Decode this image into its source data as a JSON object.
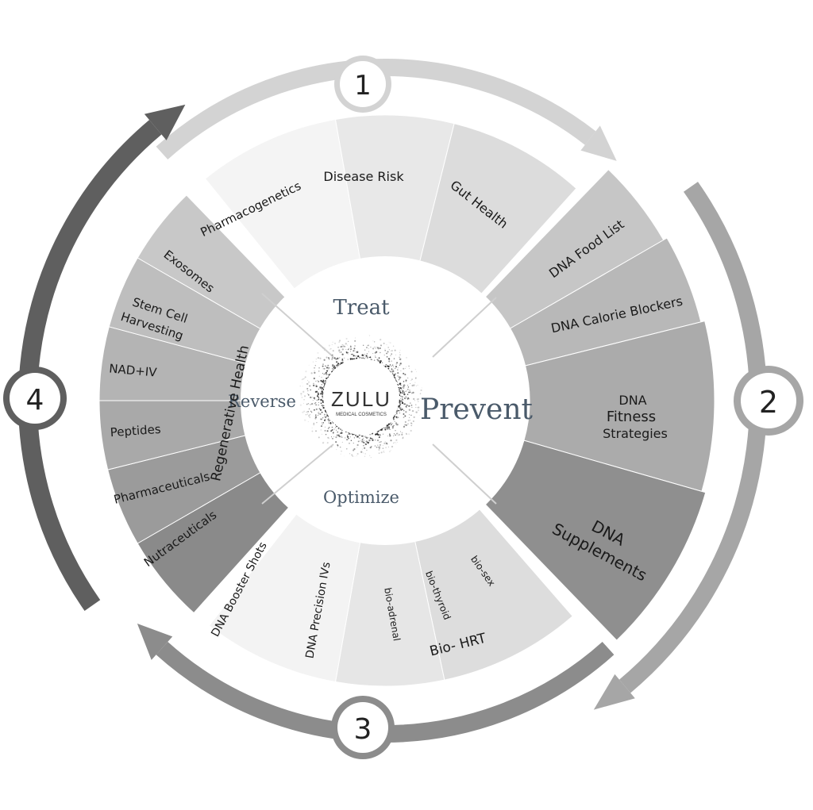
{
  "numbers": {
    "n1": "1",
    "n2": "2",
    "n3": "3",
    "n4": "4"
  },
  "center": {
    "treat": "Treat",
    "prevent": "Prevent",
    "optimize": "Optimize",
    "reverse": "Reverse",
    "logo_main": "ZULU",
    "logo_sub": "MEDICAL COSMETICS"
  },
  "treat_segments": {
    "pharmacogenetics": "Pharmacogenetics",
    "disease_risk": "Disease Risk",
    "gut_health": "Gut Health"
  },
  "prevent_segments": {
    "food_list": "DNA Food List",
    "calorie_blockers": "DNA Calorie Blockers",
    "fitness_1": "DNA",
    "fitness_2": "Fitness",
    "fitness_3": "Strategies",
    "supplements_1": "DNA",
    "supplements_2": "Supplements"
  },
  "optimize_segments": {
    "booster": "DNA Booster Shots",
    "precision": "DNA Precision IVs",
    "bio_adrenal": "bio-adrenal",
    "bio_thyroid": "bio-thyroid",
    "bio_sex": "bio-sex",
    "bio_hrt": "Bio- HRT"
  },
  "reverse_segments": {
    "regenerative_health": "Regenerative Health",
    "exosomes": "Exosomes",
    "stem_cell_1": "Stem Cell",
    "stem_cell_2": "Harvesting",
    "nad": "NAD+IV",
    "peptides": "Peptides",
    "pharmaceuticals": "Pharmaceuticals",
    "nutraceuticals": "Nutraceuticals"
  },
  "colors": {
    "arrow_top": "#d3d3d3",
    "arrow_right": "#a6a6a6",
    "arrow_bottom": "#8c8c8c",
    "arrow_left": "#5f5f5f",
    "center_fill": "#ffffff"
  }
}
